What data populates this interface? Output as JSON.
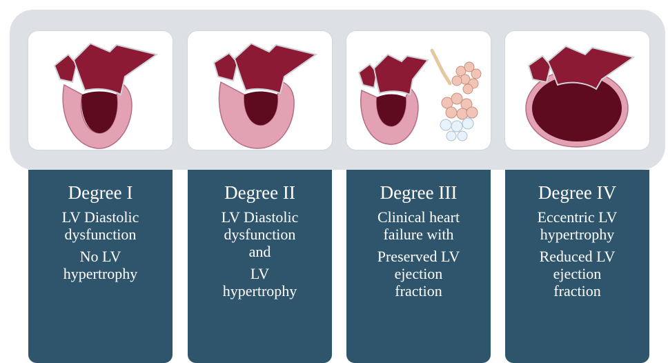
{
  "colors": {
    "band": "#dde1e6",
    "card": "#2f556c",
    "text": "#ffffff",
    "myocardium": "#e3a1b4",
    "cavity": "#5e0b20",
    "atrium": "#8c1a35",
    "lung": "#f0c4b6"
  },
  "stages": [
    {
      "degree": "Degree I",
      "lines": [
        "LV Diastolic\ndysfunction",
        "No LV\nhypertrophy"
      ],
      "icon": "heart-normal-icon"
    },
    {
      "degree": "Degree II",
      "lines": [
        "LV Diastolic\ndysfunction\nand",
        "LV\nhypertrophy"
      ],
      "icon": "heart-hypertrophy-icon"
    },
    {
      "degree": "Degree III",
      "lines": [
        "Clinical heart\nfailure with",
        "Preserved LV\nejection\nfraction"
      ],
      "icon": "heart-lung-congestion-icon"
    },
    {
      "degree": "Degree IV",
      "lines": [
        "Eccentric LV\nhypertrophy",
        "Reduced LV\nejection\nfraction"
      ],
      "icon": "heart-dilated-icon"
    }
  ]
}
